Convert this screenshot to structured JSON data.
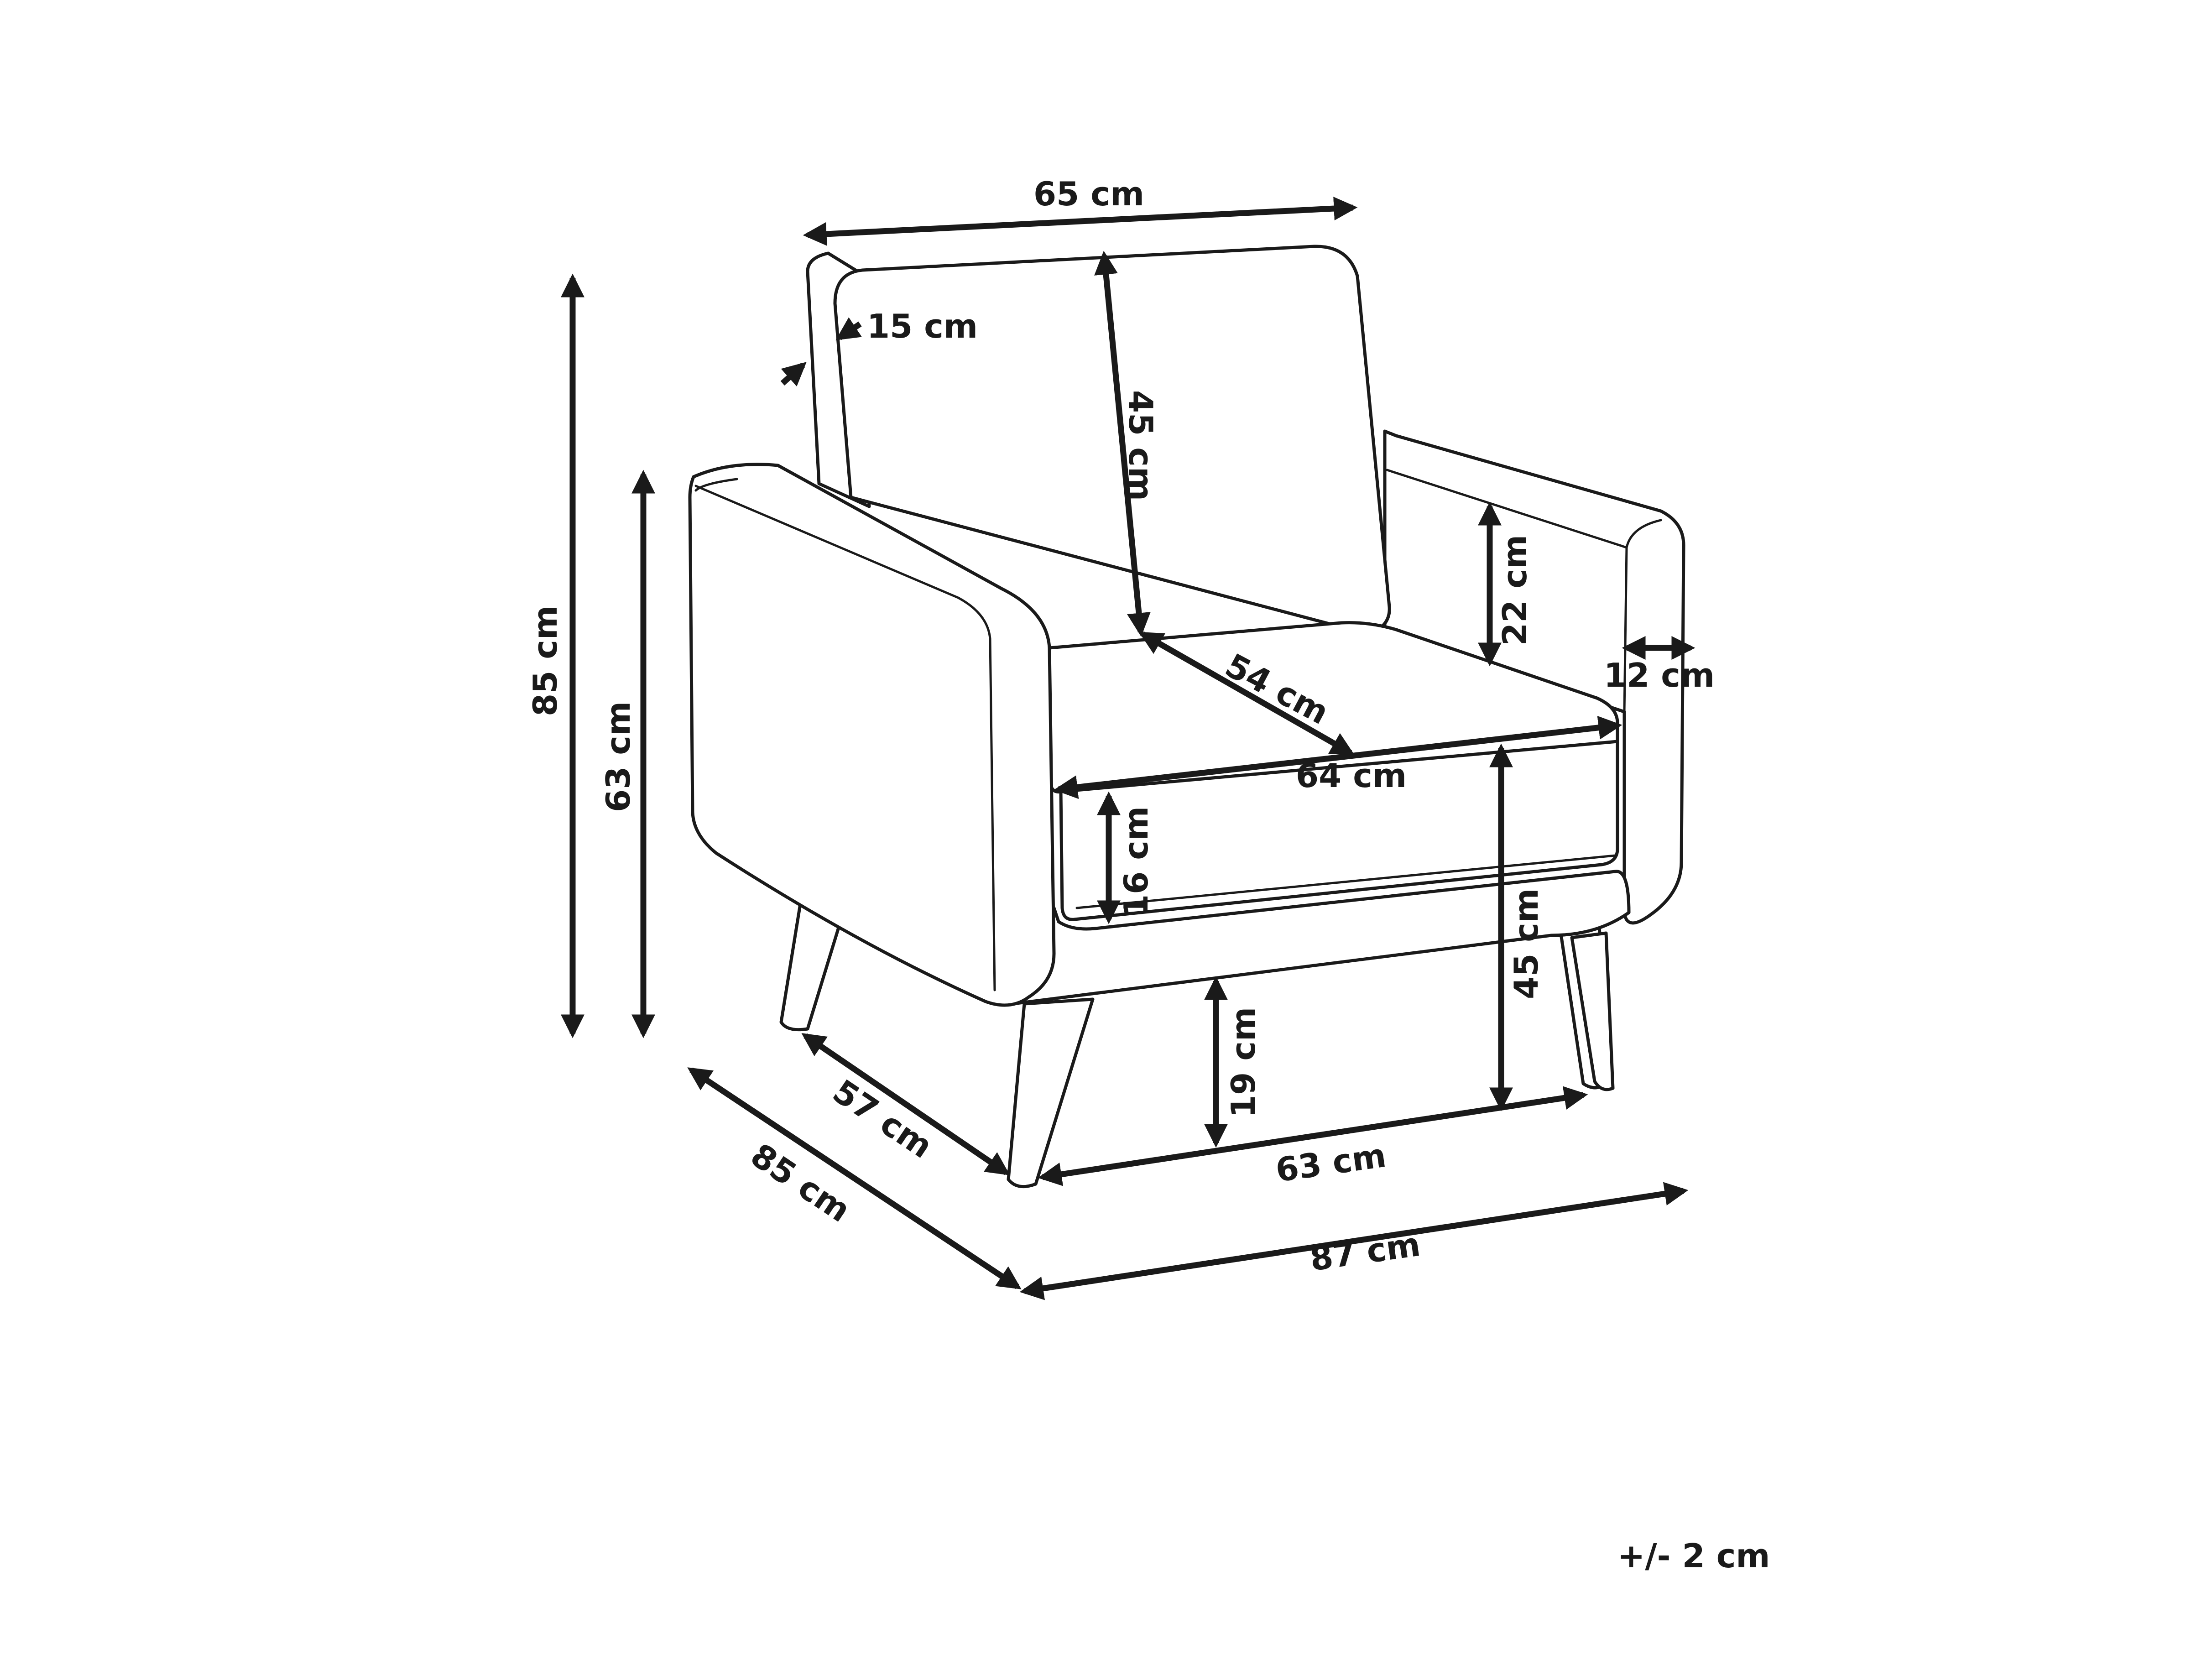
{
  "colors": {
    "line": "#1a1a1a",
    "background": "#ffffff"
  },
  "dimensions": {
    "backrest_width": "65 cm",
    "back_cushion_depth": "15 cm",
    "back_cushion_height": "45 cm",
    "overall_height": "85 cm",
    "arm_height": "63 cm",
    "armrest_height_above_seat": "22 cm",
    "armrest_width": "12 cm",
    "seat_depth": "54 cm",
    "seat_width": "64 cm",
    "seat_cushion_thickness": "16 cm",
    "seat_height": "45 cm",
    "leg_height": "19 cm",
    "depth_between_legs": "57 cm",
    "overall_depth": "85 cm",
    "width_between_legs": "63 cm",
    "overall_width": "87 cm"
  },
  "tolerance": "+/- 2 cm"
}
